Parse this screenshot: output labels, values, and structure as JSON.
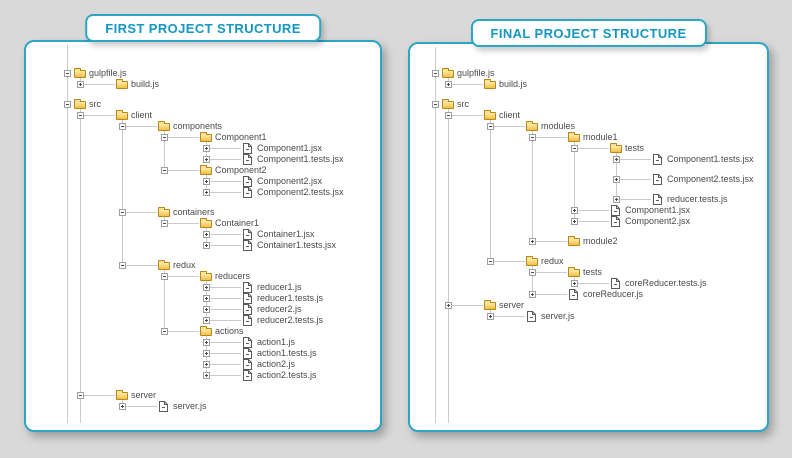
{
  "colors": {
    "page_background": "#d9d9d9",
    "panel_background": "#ffffff",
    "accent_teal": "#2ba6c6",
    "title_text": "#1497c0",
    "tree_line": "#cbcbcb",
    "item_text": "#4a4a4a",
    "folder_fill": "#f3be45",
    "folder_fill_light": "#fdeca8",
    "folder_border": "#b9881c",
    "expand_box_border": "#9e9e9e"
  },
  "icons": {
    "folder": "folder-icon",
    "file": "file-icon",
    "collapse": "collapse-minus-icon",
    "expand": "expand-plus-icon"
  },
  "panels": [
    {
      "title": "FIRST PROJECT STRUCTURE",
      "tree": [
        {
          "label": "gulpfile.js",
          "type": "folder",
          "expand": "minus",
          "children": [
            {
              "label": "build.js",
              "type": "folder",
              "expand": "plus"
            }
          ]
        },
        {
          "label": "src",
          "type": "folder",
          "expand": "minus",
          "gap": true,
          "children": [
            {
              "label": "client",
              "type": "folder",
              "expand": "minus",
              "children": [
                {
                  "label": "components",
                  "type": "folder",
                  "expand": "minus",
                  "children": [
                    {
                      "label": "Component1",
                      "type": "folder",
                      "expand": "minus",
                      "children": [
                        {
                          "label": "Component1.jsx",
                          "type": "file",
                          "expand": "plus"
                        },
                        {
                          "label": "Component1.tests.jsx",
                          "type": "file",
                          "expand": "plus"
                        }
                      ]
                    },
                    {
                      "label": "Component2",
                      "type": "folder",
                      "expand": "minus",
                      "children": [
                        {
                          "label": "Component2.jsx",
                          "type": "file",
                          "expand": "plus"
                        },
                        {
                          "label": "Component2.tests.jsx",
                          "type": "file",
                          "expand": "plus"
                        }
                      ]
                    }
                  ]
                },
                {
                  "label": "containers",
                  "type": "folder",
                  "expand": "minus",
                  "gap": true,
                  "children": [
                    {
                      "label": "Container1",
                      "type": "folder",
                      "expand": "minus",
                      "children": [
                        {
                          "label": "Container1.jsx",
                          "type": "file",
                          "expand": "plus"
                        },
                        {
                          "label": "Container1.tests.jsx",
                          "type": "file",
                          "expand": "plus"
                        }
                      ]
                    }
                  ]
                },
                {
                  "label": "redux",
                  "type": "folder",
                  "expand": "minus",
                  "gap": true,
                  "children": [
                    {
                      "label": "reducers",
                      "type": "folder",
                      "expand": "minus",
                      "children": [
                        {
                          "label": "reducer1.js",
                          "type": "file",
                          "expand": "plus"
                        },
                        {
                          "label": "reducer1.tests.js",
                          "type": "file",
                          "expand": "plus"
                        },
                        {
                          "label": "reducer2.js",
                          "type": "file",
                          "expand": "plus"
                        },
                        {
                          "label": "reducer2.tests.js",
                          "type": "file",
                          "expand": "plus"
                        }
                      ]
                    },
                    {
                      "label": "actions",
                      "type": "folder",
                      "expand": "minus",
                      "children": [
                        {
                          "label": "action1.js",
                          "type": "file",
                          "expand": "plus"
                        },
                        {
                          "label": "action1.tests.js",
                          "type": "file",
                          "expand": "plus"
                        },
                        {
                          "label": "action2.js",
                          "type": "file",
                          "expand": "plus"
                        },
                        {
                          "label": "action2.tests.js",
                          "type": "file",
                          "expand": "plus"
                        }
                      ]
                    }
                  ]
                }
              ]
            },
            {
              "label": "server",
              "type": "folder",
              "expand": "minus",
              "gap": true,
              "children": [
                {
                  "label": "server.js",
                  "type": "file",
                  "expand": "plus"
                }
              ]
            }
          ]
        }
      ]
    },
    {
      "title": "FINAL PROJECT STRUCTURE",
      "tree": [
        {
          "label": "gulpfile.js",
          "type": "folder",
          "expand": "minus",
          "children": [
            {
              "label": "build.js",
              "type": "folder",
              "expand": "plus"
            }
          ]
        },
        {
          "label": "src",
          "type": "folder",
          "expand": "minus",
          "gap": true,
          "children": [
            {
              "label": "client",
              "type": "folder",
              "expand": "minus",
              "children": [
                {
                  "label": "modules",
                  "type": "folder",
                  "expand": "minus",
                  "children": [
                    {
                      "label": "module1",
                      "type": "folder",
                      "expand": "minus",
                      "children": [
                        {
                          "label": "tests",
                          "type": "folder",
                          "expand": "minus",
                          "children": [
                            {
                              "label": "Component1.tests.jsx",
                              "type": "file",
                              "expand": "plus"
                            },
                            {
                              "label": "Component2.tests.jsx",
                              "type": "file",
                              "expand": "plus",
                              "gap": true
                            },
                            {
                              "label": "reducer.tests.js",
                              "type": "file",
                              "expand": "plus",
                              "gap": true
                            }
                          ]
                        },
                        {
                          "label": "Component1.jsx",
                          "type": "file",
                          "expand": "plus"
                        },
                        {
                          "label": "Component2.jsx",
                          "type": "file",
                          "expand": "plus"
                        }
                      ]
                    },
                    {
                      "label": "module2",
                      "type": "folder",
                      "expand": "plus",
                      "gap": true
                    }
                  ]
                },
                {
                  "label": "redux",
                  "type": "folder",
                  "expand": "minus",
                  "gap": true,
                  "children": [
                    {
                      "label": "tests",
                      "type": "folder",
                      "expand": "minus",
                      "children": [
                        {
                          "label": "coreReducer.tests.js",
                          "type": "file",
                          "expand": "plus"
                        }
                      ]
                    },
                    {
                      "label": "coreReducer.js",
                      "type": "file",
                      "expand": "plus"
                    }
                  ]
                }
              ]
            },
            {
              "label": "server",
              "type": "folder",
              "expand": "plus",
              "children": [
                {
                  "label": "server.js",
                  "type": "file",
                  "expand": "plus"
                }
              ]
            }
          ]
        }
      ]
    }
  ]
}
